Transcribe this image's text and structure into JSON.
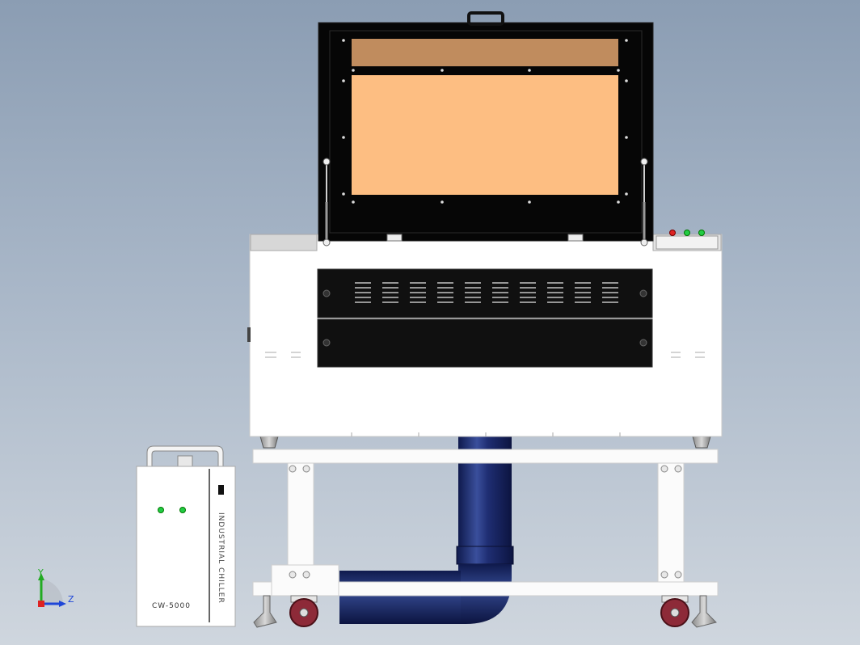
{
  "scene": {
    "colors": {
      "bg_top": "#8b9db3",
      "bg_bottom": "#cfd6de",
      "lid": "#0a0a0a",
      "panel_wood": "#fdbe82",
      "panel_wood_dark": "#c08c5e",
      "body": "#ffffff",
      "duct": "#1b2a6e",
      "wheel": "#8d2a38",
      "led_green": "#22cc44",
      "led_red": "#dd2222"
    },
    "axes_triad": {
      "y_label": "Y",
      "z_label": "Z",
      "y_color": "#22aa22",
      "z_color": "#1e46d8"
    }
  },
  "chiller": {
    "vertical_label": "INDUSTRIAL CHILLER",
    "model_label": "CW-5000"
  },
  "control_panel": {
    "indicators": [
      "led_red",
      "led_green",
      "led_green"
    ]
  }
}
